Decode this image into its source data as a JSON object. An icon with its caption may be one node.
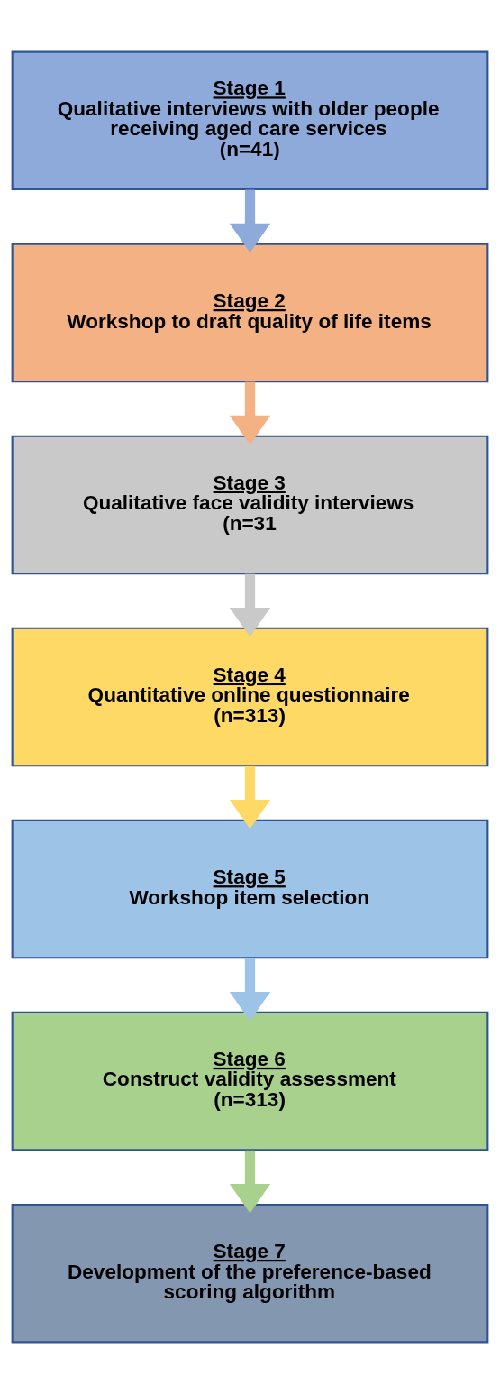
{
  "diagram": {
    "nodes": [
      {
        "text": [
          "Stage 1",
          "Qualitative interviews with older people receiving aged care services",
          "(n=41)"
        ]
      },
      {
        "text": [
          "Stage 2",
          "Workshop to draft quality of life items"
        ]
      },
      {
        "text": [
          "Stage 3",
          "Qualitative face validity interviews",
          "(n=31"
        ]
      },
      {
        "text": [
          "Stage 4",
          "Quantitative online questionnaire",
          "(n=313)"
        ]
      },
      {
        "text": [
          "Stage 5",
          "Workshop item selection"
        ]
      },
      {
        "text": [
          "Stage 6",
          "Construct validity assessment",
          "(n=313)"
        ]
      },
      {
        "text": [
          "Stage 7",
          "Development of the preference-based scoring algorithm"
        ]
      }
    ],
    "edges": [
      {
        "from": 0,
        "to": 1,
        "arrow": "to",
        "color": "#8eaadb"
      },
      {
        "from": 1,
        "to": 2,
        "arrow": "to",
        "color": "#f4b183"
      },
      {
        "from": 2,
        "to": 3,
        "arrow": "to",
        "color": "#c9c9c9"
      },
      {
        "from": 3,
        "to": 4,
        "arrow": "to",
        "color": "#ffd966"
      },
      {
        "from": 4,
        "to": 5,
        "arrow": "to",
        "color": "#9dc3e6"
      },
      {
        "from": 5,
        "to": 6,
        "arrow": "to",
        "color": "#a9d18e"
      }
    ]
  }
}
